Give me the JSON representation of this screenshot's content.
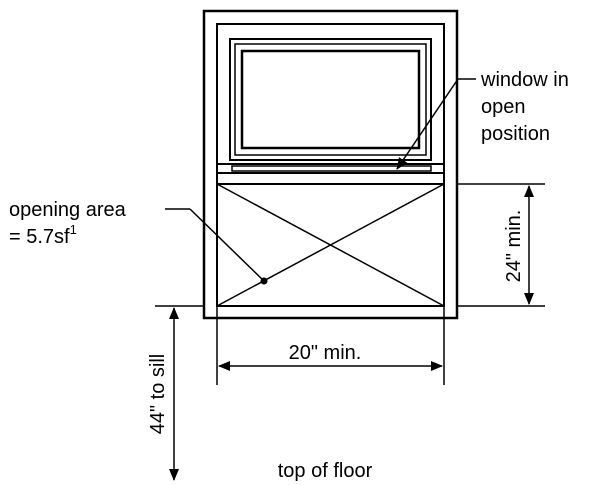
{
  "labels": {
    "window_line1": "window in",
    "window_line2": "open",
    "window_line3": "position",
    "opening_line1": "opening area",
    "opening_line2": "= 5.7sf",
    "opening_sup": "1",
    "height_dim": "24\" min.",
    "width_dim": "20\" min.",
    "sill_dim": "44\" to sill",
    "floor": "top of floor"
  }
}
